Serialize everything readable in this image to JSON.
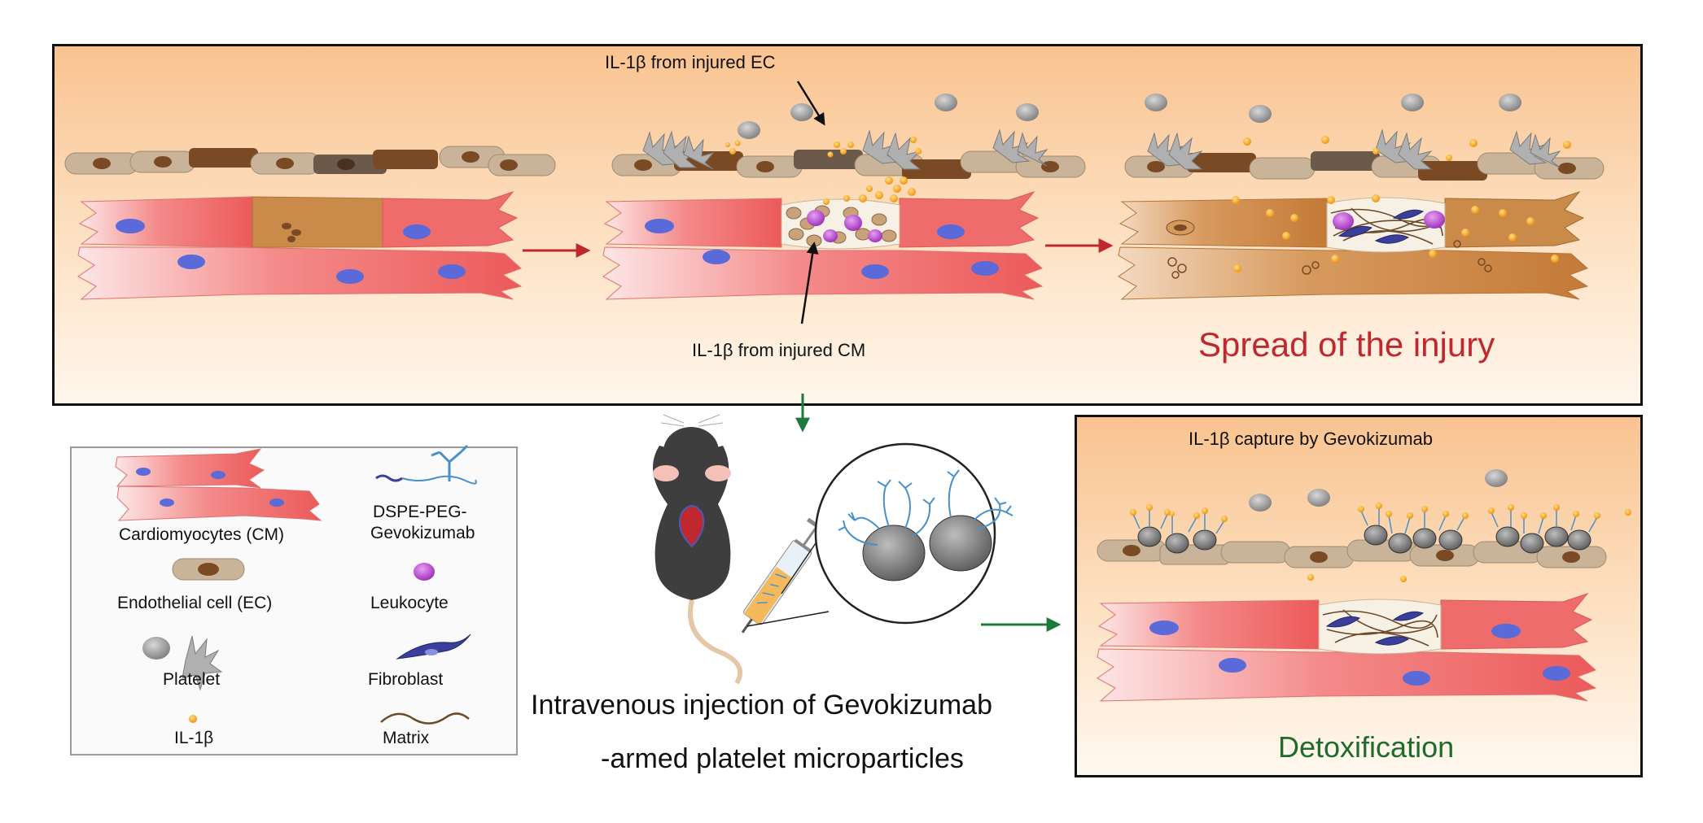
{
  "annotations": {
    "il1b_ec": "IL-1β from injured EC",
    "il1b_cm": "IL-1β from injured CM",
    "spread": "Spread of the injury",
    "capture": "IL-1β capture by Gevokizumab",
    "detox": "Detoxification",
    "injection_line1": "Intravenous injection of Gevokizumab",
    "injection_line2": "-armed platelet microparticles"
  },
  "legend": {
    "cardiomyocytes": "Cardiomyocytes (CM)",
    "dspe_line1": "DSPE-PEG-",
    "dspe_line2": "Gevokizumab",
    "endothelial": "Endothelial cell (EC)",
    "leukocyte": "Leukocyte",
    "platelet": "Platelet",
    "fibroblast": "Fibroblast",
    "il1b": "IL-1β",
    "matrix": "Matrix"
  },
  "colors": {
    "panel_gradient_top": "#f9c390",
    "cardiomyocyte": "#ef6c6c",
    "injured_cm": "#c98a4a",
    "endothelial": "#c9b49a",
    "injured_ec": "#7a4a24",
    "leukocyte": "#b23fd0",
    "platelet": "#9a9a9a",
    "il1b": "#f5a623",
    "antibody": "#4a90c8",
    "red_arrow": "#c0282f",
    "green_arrow": "#1e7a3c",
    "spread_text": "#c0282f",
    "detox_text": "#1e6b2b"
  }
}
